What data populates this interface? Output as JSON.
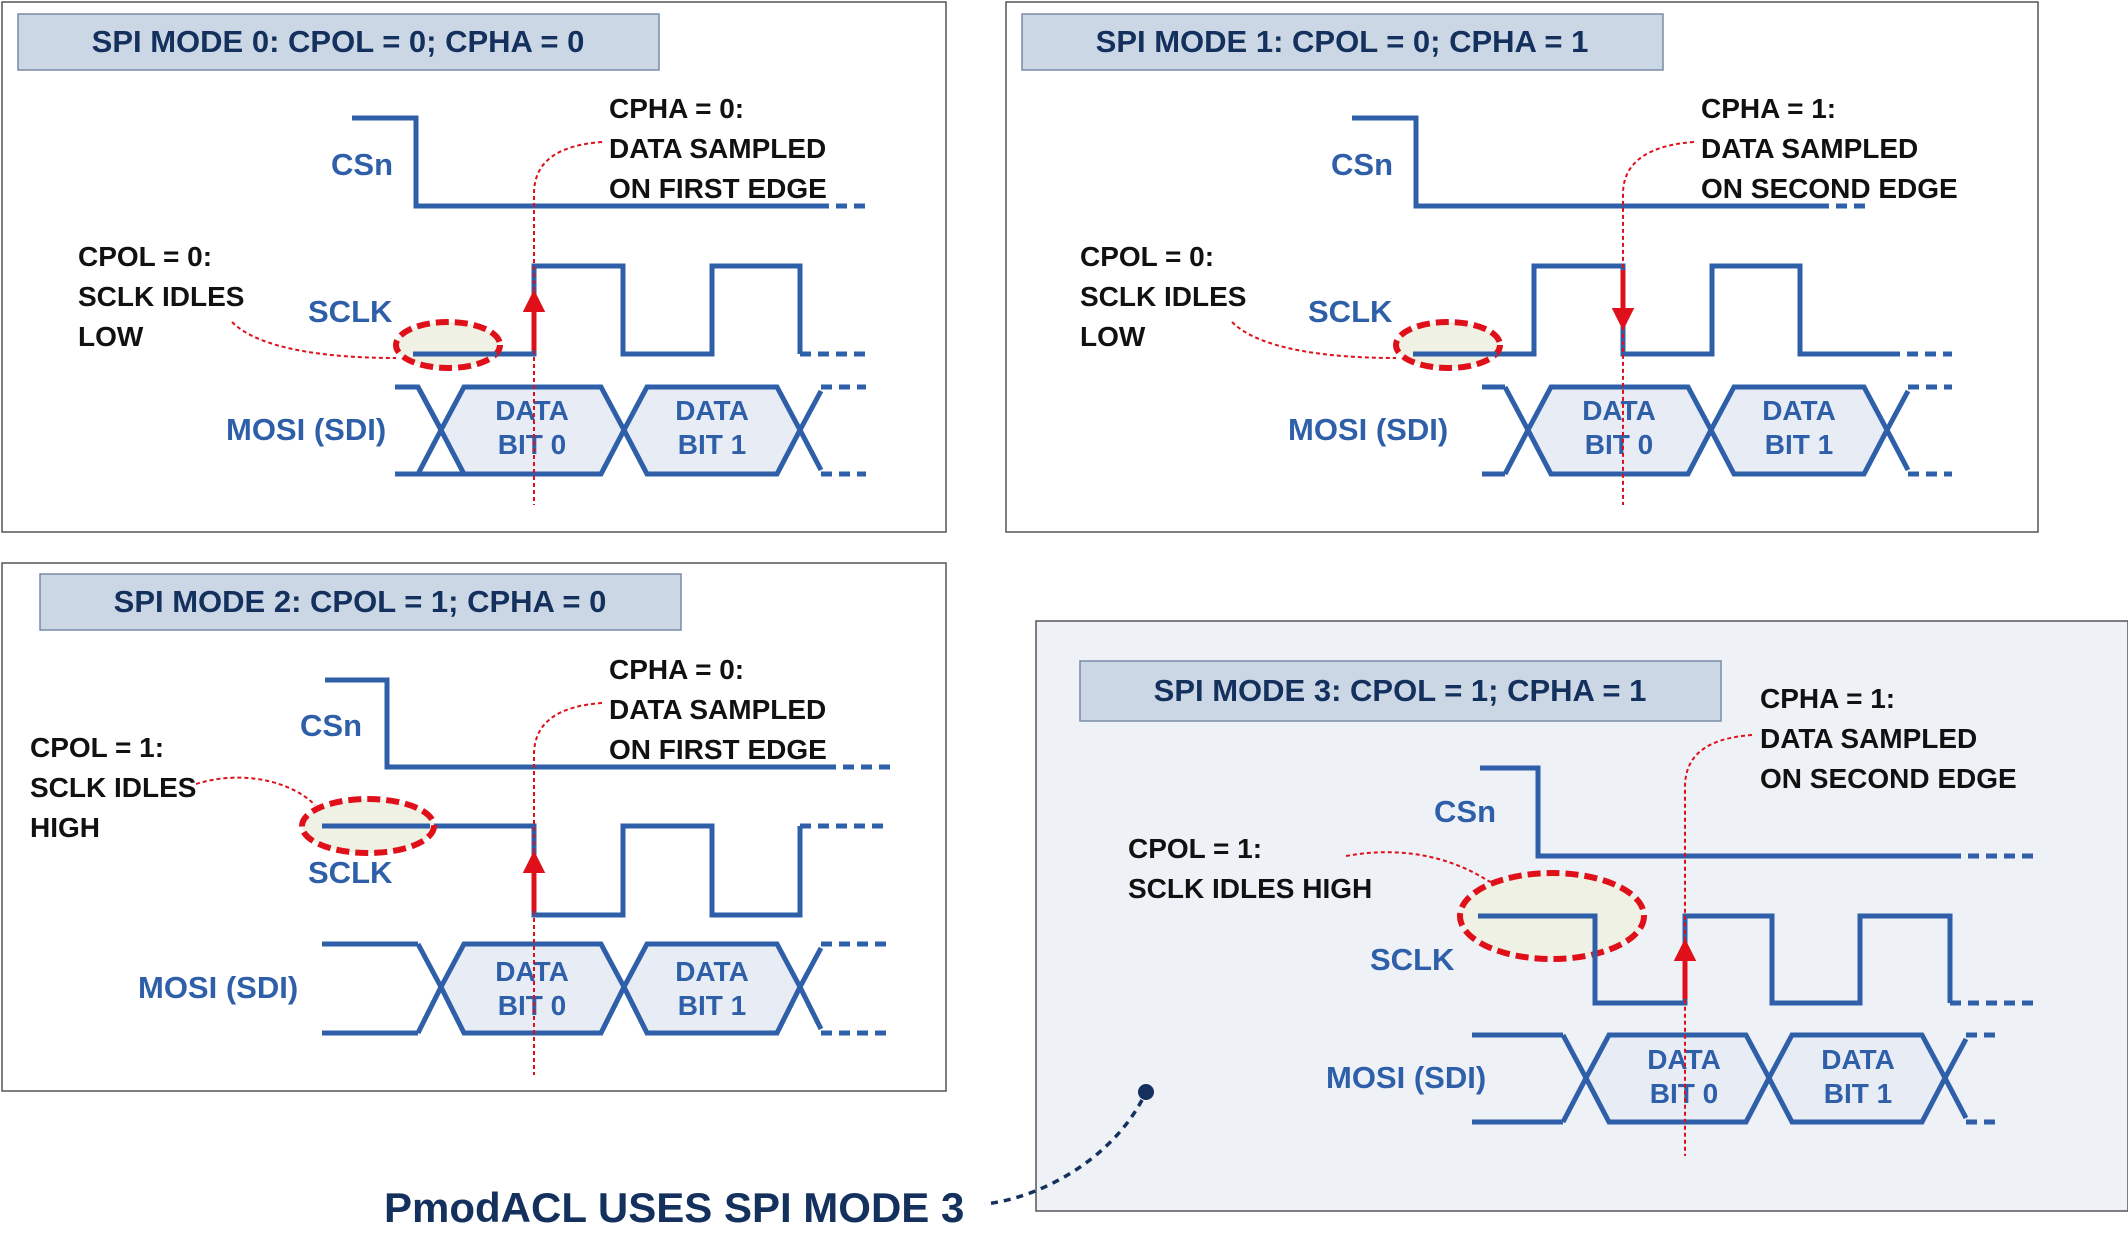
{
  "colors": {
    "signal": "#2e5fa8",
    "title_fill": "#ccd7e6",
    "title_text": "#14315e",
    "annotation": "#e0101a",
    "highlight_fill": "#eef1e3",
    "highlight_panel_bg": "#eef1f6",
    "data_fill": "#e8edf5"
  },
  "signals": {
    "csn": "CSn",
    "sclk": "SCLK",
    "mosi": "MOSI (SDI)",
    "bit0_line1": "DATA",
    "bit0_line2": "BIT 0",
    "bit1_line1": "DATA",
    "bit1_line2": "BIT 1"
  },
  "modes": [
    {
      "title": "SPI MODE 0: CPOL = 0; CPHA = 0",
      "cpol": 0,
      "cpha": 0,
      "cpol_note": [
        "CPOL = 0:",
        "SCLK IDLES",
        "LOW"
      ],
      "cpha_note": [
        "CPHA = 0:",
        "DATA SAMPLED",
        "ON FIRST EDGE"
      ]
    },
    {
      "title": "SPI MODE 1: CPOL = 0; CPHA = 1",
      "cpol": 0,
      "cpha": 1,
      "cpol_note": [
        "CPOL = 0:",
        "SCLK IDLES",
        "LOW"
      ],
      "cpha_note": [
        "CPHA = 1:",
        "DATA SAMPLED",
        "ON SECOND EDGE"
      ]
    },
    {
      "title": "SPI MODE 2: CPOL = 1; CPHA = 0",
      "cpol": 1,
      "cpha": 0,
      "cpol_note": [
        "CPOL = 1:",
        "SCLK IDLES",
        "HIGH"
      ],
      "cpha_note": [
        "CPHA = 0:",
        "DATA SAMPLED",
        "ON FIRST EDGE"
      ]
    },
    {
      "title": "SPI MODE 3: CPOL = 1; CPHA = 1",
      "cpol": 1,
      "cpha": 1,
      "highlighted": true,
      "cpol_note": [
        "CPOL = 1:",
        "SCLK IDLES HIGH"
      ],
      "cpha_note": [
        "CPHA = 1:",
        "DATA SAMPLED",
        "ON SECOND EDGE"
      ]
    }
  ],
  "footer": "PmodACL USES SPI MODE 3"
}
